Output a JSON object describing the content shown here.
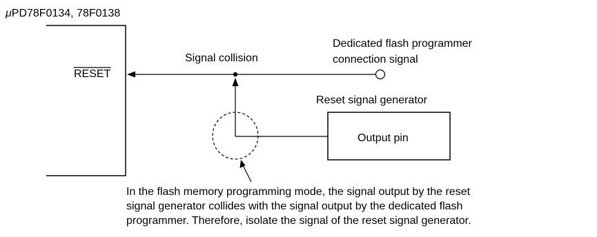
{
  "device": {
    "mu": "μ",
    "name": "PD78F0134, 78F0138",
    "pin_label": "RESET"
  },
  "signal_collision_label": "Signal collision",
  "programmer_signal": {
    "line1": "Dedicated flash programmer",
    "line2": "connection signal"
  },
  "reset_generator": {
    "title": "Reset signal generator",
    "pin_label": "Output pin"
  },
  "note_lines": [
    "In the flash memory programming mode, the signal output by the reset",
    "signal generator collides with the signal output by the dedicated flash",
    "programmer.  Therefore, isolate the signal of the reset signal generator."
  ]
}
